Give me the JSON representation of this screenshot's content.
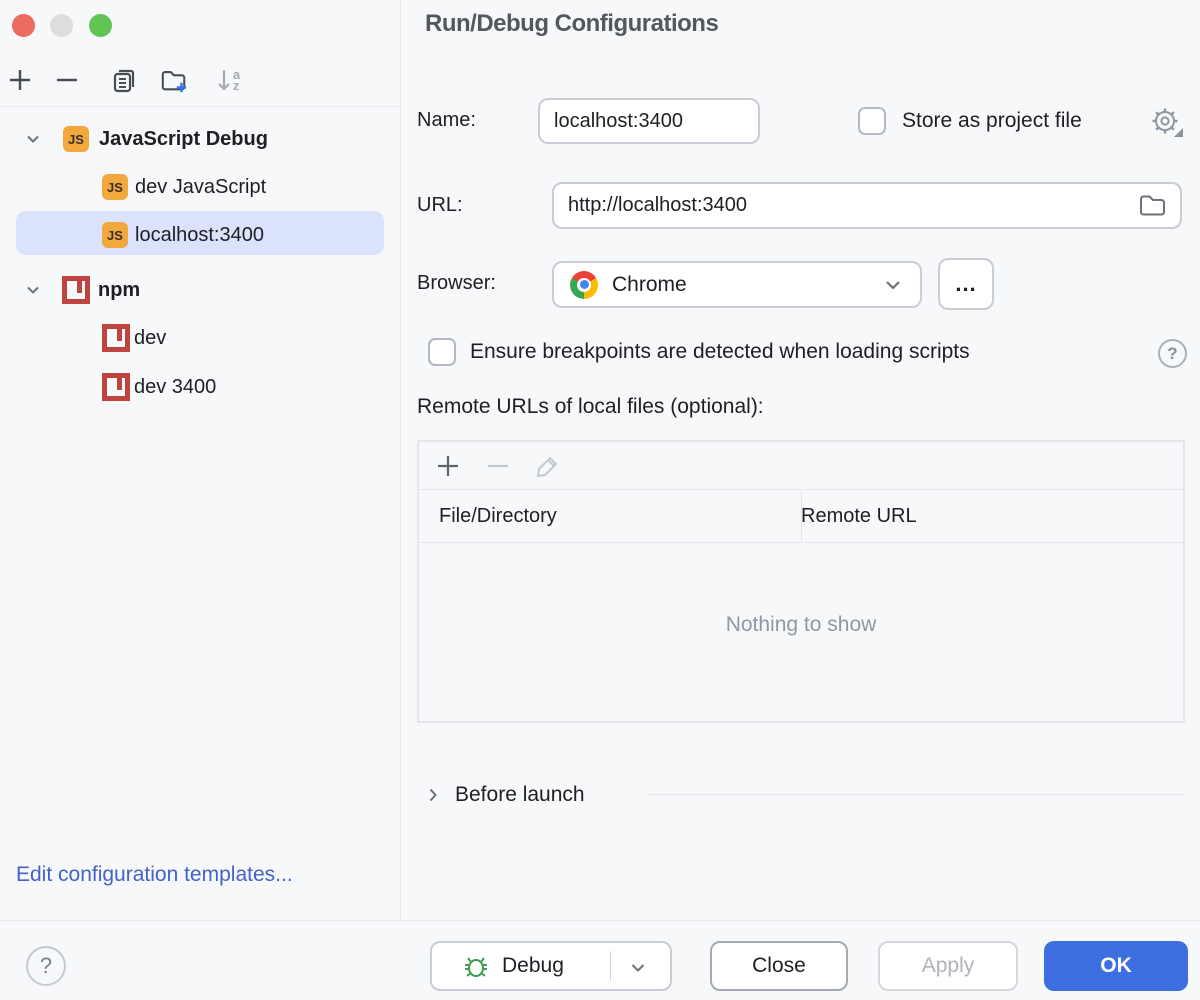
{
  "window": {
    "title": "Run/Debug Configurations"
  },
  "sidebar": {
    "tree": [
      {
        "label": "JavaScript Debug"
      },
      {
        "label": "dev JavaScript"
      },
      {
        "label": "localhost:3400"
      },
      {
        "label": "npm"
      },
      {
        "label": "dev"
      },
      {
        "label": "dev 3400"
      }
    ],
    "edit_templates_label": "Edit configuration templates..."
  },
  "form": {
    "name_label": "Name:",
    "name_value": "localhost:3400",
    "store_label": "Store as project file",
    "url_label": "URL:",
    "url_value": "http://localhost:3400",
    "browser_label": "Browser:",
    "browser_value": "Chrome",
    "more_label": "...",
    "ensure_label": "Ensure breakpoints are detected when loading scripts",
    "remote_label": "Remote URLs of local files (optional):",
    "table": {
      "headers": [
        "File/Directory",
        "Remote URL"
      ],
      "empty_text": "Nothing to show"
    },
    "before_launch_label": "Before launch"
  },
  "footer": {
    "debug_label": "Debug",
    "close_label": "Close",
    "apply_label": "Apply",
    "ok_label": "OK"
  },
  "icons": {
    "js_badge": "JS",
    "help_mark": "?",
    "sort_a": "a",
    "sort_z": "z"
  },
  "colors": {
    "accent_blue": "#3d6fe0",
    "link_blue": "#4462c7",
    "selection": "#dbe2fb",
    "js_icon": "#f2a83c",
    "npm_red": "#bf4340",
    "debug_green": "#3f9e52"
  }
}
